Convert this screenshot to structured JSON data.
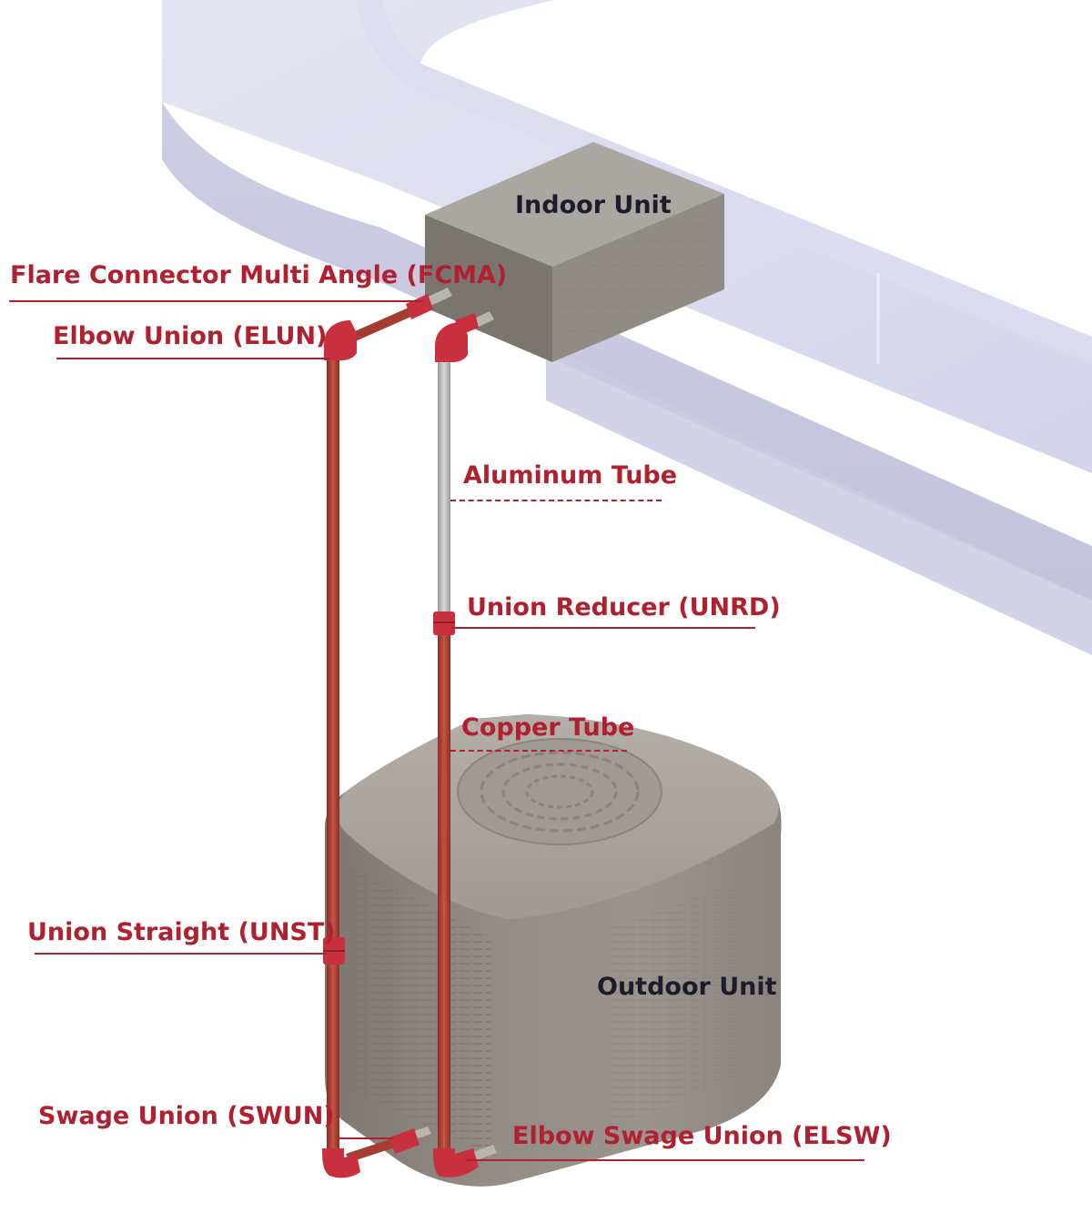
{
  "colors": {
    "accent": "#b0202e",
    "copper": "#b5483a",
    "aluminum": "#bcbcbc",
    "unit_body": "#8f8882",
    "duct": "#d6d7ec"
  },
  "units": {
    "indoor": "Indoor Unit",
    "outdoor": "Outdoor Unit"
  },
  "labels": {
    "fcma": "Flare Connector Multi Angle (FCMA)",
    "elun": "Elbow Union (ELUN)",
    "aluminum_tube": "Aluminum Tube",
    "unrd": "Union Reducer (UNRD)",
    "copper_tube": "Copper Tube",
    "unst": "Union Straight (UNST)",
    "swun": "Swage Union (SWUN)",
    "elsw": "Elbow Swage Union (ELSW)"
  }
}
